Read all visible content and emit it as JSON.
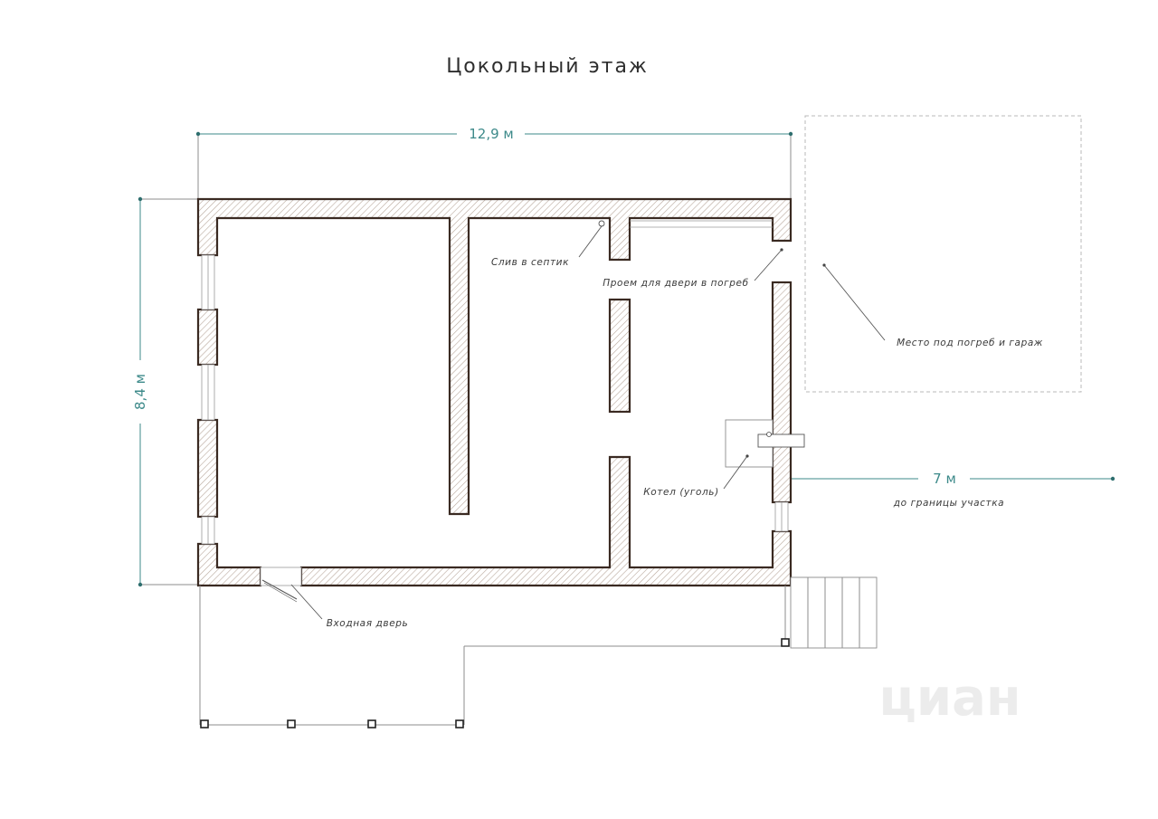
{
  "title": "Цокольный этаж",
  "dimensions": {
    "width": "12,9 м",
    "height": "8,4 м",
    "boundary_distance": "7 м"
  },
  "labels": {
    "drain": "Слив в септик",
    "cellar_door": "Проем для двери в погреб",
    "cellar_garage": "Место под погреб и гараж",
    "boiler": "Котел (уголь)",
    "boundary": "до границы участка",
    "entrance_door": "Входная дверь"
  },
  "watermark": "циан",
  "colors": {
    "wall_outline": "#3a2a22",
    "hatch": "#b9a99d",
    "dimension": "#3d8a8a"
  }
}
